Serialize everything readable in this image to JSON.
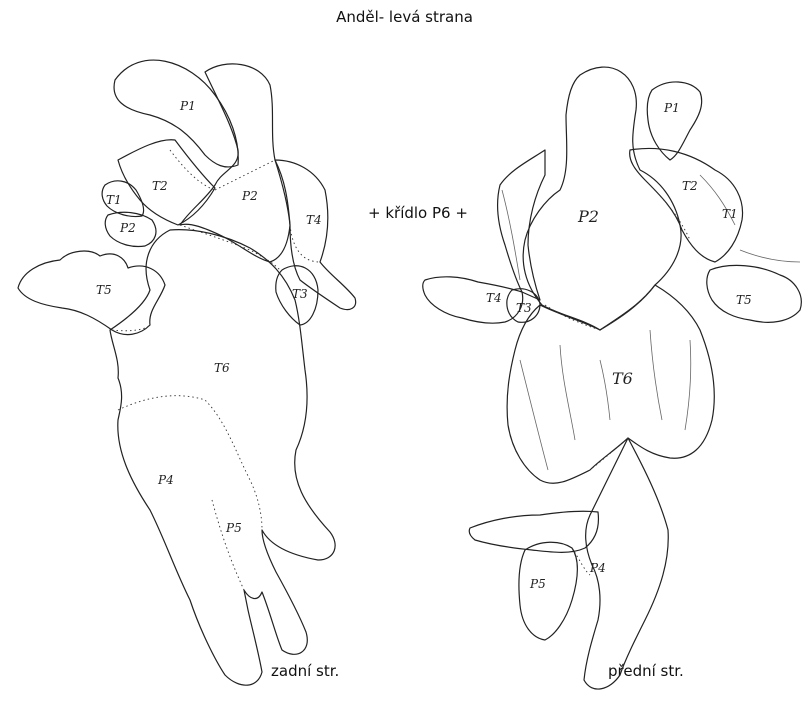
{
  "title": "Anděl- levá strana",
  "center_note": "+ křídlo P6 +",
  "back_caption": "zadní str.",
  "front_caption": "přední str.",
  "back_labels": {
    "p1": "P1",
    "p2a": "P2",
    "p2b": "P2",
    "t1": "T1",
    "t2": "T2",
    "t3": "T3",
    "t4": "T4",
    "t5": "T5",
    "t6": "T6",
    "p4": "P4",
    "p5": "P5"
  },
  "front_labels": {
    "p1": "P1",
    "p2": "P2",
    "t2": "T2",
    "t1": "T1",
    "t4": "T4",
    "t3": "T3",
    "t5": "T5",
    "t6": "T6",
    "p4": "P4",
    "p5": "P5"
  }
}
